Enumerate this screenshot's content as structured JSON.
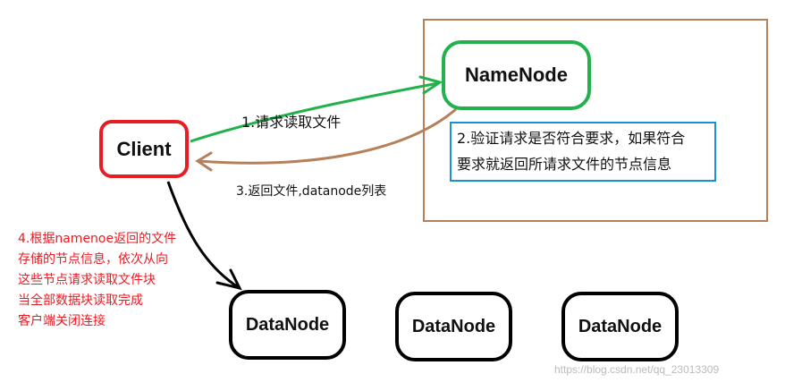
{
  "nodes": {
    "namenode": "NameNode",
    "client": "Client",
    "datanodes": [
      "DataNode",
      "DataNode",
      "DataNode"
    ]
  },
  "steps": {
    "step1": "1.请求读取文件",
    "step2_lines": [
      "2.验证请求是否符合要求，如果符合",
      "要求就返回所请求文件的节点信息"
    ],
    "step3": "3.返回文件,datanode列表",
    "step4_lines": [
      "4.根据namenoe返回的文件",
      "存储的节点信息，依次从向",
      "这些节点请求读取文件块",
      "当全部数据块读取完成",
      "客户端关闭连接"
    ]
  },
  "watermark": "https://blog.csdn.net/qq_23013309",
  "colors": {
    "namenode_border": "#22b14c",
    "client_border": "#e81c24",
    "datanode_border": "#000000",
    "namenode_area": "#b5805a",
    "info_box": "#1a8fd6",
    "arrow_request": "#22b14c",
    "arrow_response": "#b5805a",
    "arrow_read": "#000000",
    "step4_text": "#e81c24"
  }
}
